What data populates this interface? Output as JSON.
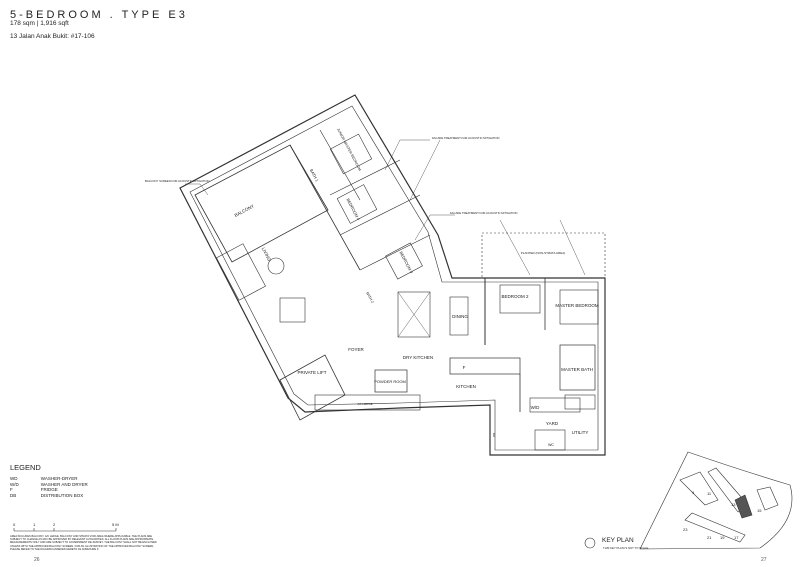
{
  "header": {
    "title": "5-BEDROOM . TYPE E3",
    "area": "178 sqm | 1,916 sqft",
    "address": "13 Jalan Anak Bukit: #17-106"
  },
  "rooms": {
    "balcony": "BALCONY",
    "junior_master": "JUNIOR MASTER BEDROOM",
    "bath1": "BATH 1",
    "bedroom4": "BEDROOM 4",
    "bedroom3": "BEDROOM 3",
    "bath2": "BATH 2",
    "living": "LIVING",
    "dining": "DINING",
    "bedroom2": "BEDROOM 2",
    "master_bedroom": "MASTER BEDROOM",
    "foyer": "FOYER",
    "dry_kitchen": "DRY KITCHEN",
    "private_lift": "PRIVATE LIFT",
    "powder_room": "POWDER ROOM",
    "kitchen": "KITCHEN",
    "fridge": "F",
    "master_bath": "MASTER BATH",
    "wd": "W/D",
    "yard": "YARD",
    "utility": "UTILITY",
    "wc": "WC",
    "db": "DB",
    "ac_ledge": "AC LEDGE",
    "planter": "PLANTER (NON-STRATA AREA)"
  },
  "annotations": {
    "balcony_screen": "BALCONY SCREEN FOR ACOUSTIC MITIGATION",
    "facade1": "FACADE TREATMENT FOR ACOUSTIC MITIGATION",
    "facade2": "FACADE TREATMENT FOR ACOUSTIC MITIGATION"
  },
  "legend": {
    "title": "LEGEND",
    "items": [
      {
        "code": "WD",
        "desc": "WASHER-DRYER"
      },
      {
        "code": "W/D",
        "desc": "WASHER AND DRYER"
      },
      {
        "code": "F",
        "desc": "FRIDGE"
      },
      {
        "code": "DB",
        "desc": "DISTRIBUTION BOX"
      }
    ]
  },
  "scale": {
    "ticks": [
      "0",
      "1",
      "2",
      "5 M"
    ]
  },
  "note": "AREA INCLUDES BALCONY, A/C LEDGE, BALCONY AND STRATA VOID AREA WHERE APPLICABLE. THE PLANS ARE SUBJECT TO CHANGE AS MAY BE APPROVED BY RELEVANT AUTHORITIES. ALL FLOOR PLANS ARE APPROXIMATE MEASUREMENTS ONLY AND ARE SUBJECT TO GOVERNMENT RE-SURVEY. THE BALCONY SHALL NOT BE ENCLOSED UNLESS WITH THE APPROVED BALCONY SCREEN. FOR AN ILLUSTRATION OF THE APPROVED BALCONY SCREEN, PLEASE REFER TO THE DIAGRAM ANNEXED HERETO AS ANNEXURE II.",
  "key_plan": {
    "title": "KEY PLAN",
    "subtitle": "THIS KEY PLAN IS NOT TO SCALE",
    "blocks": [
      "9",
      "11",
      "13",
      "15",
      "23",
      "21",
      "19",
      "17"
    ],
    "highlight_color": "#555555"
  },
  "pages": {
    "left": "26",
    "right": "27"
  }
}
